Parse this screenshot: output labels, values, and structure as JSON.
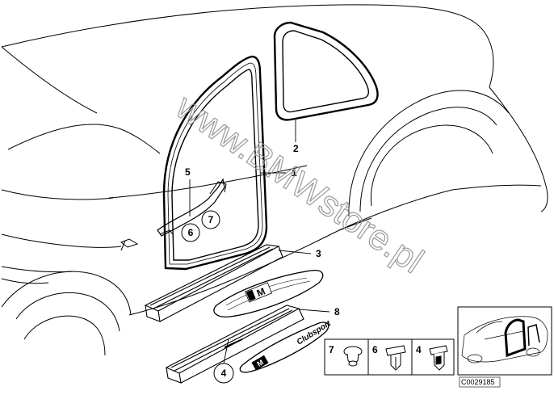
{
  "watermark": "www.BMWstore.pl",
  "diagram_code": "C0029185",
  "callouts": {
    "n1": "1",
    "n2": "2",
    "n3": "3",
    "n4": "4",
    "n5": "5",
    "n6": "6",
    "n7": "7",
    "n8": "8"
  },
  "legend": {
    "item_a": "7",
    "item_b": "6",
    "item_c": "4"
  },
  "badges": {
    "m_logo": "M",
    "clubsport": "Clubsport"
  }
}
